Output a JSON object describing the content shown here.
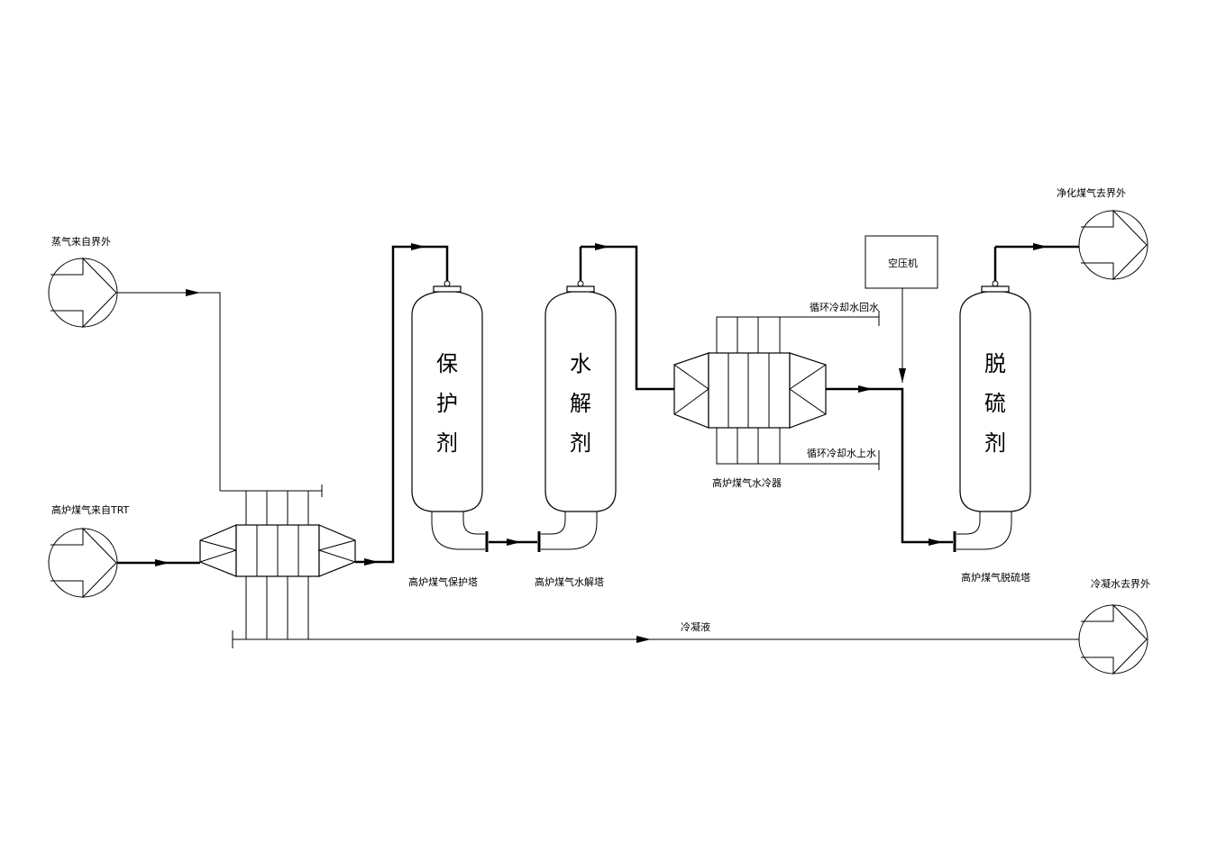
{
  "sources": {
    "steam": "蒸气来自界外",
    "bf_gas_trt": "高炉煤气来自TRT"
  },
  "outputs": {
    "clean_gas": "净化煤气去界外",
    "condensate_out": "冷凝水去界外"
  },
  "towers": {
    "protect": {
      "chars": [
        "保",
        "护",
        "剂"
      ],
      "caption": "高炉煤气保护塔"
    },
    "hydrolysis": {
      "chars": [
        "水",
        "解",
        "剂"
      ],
      "caption": "高炉煤气水解塔"
    },
    "desulfur": {
      "chars": [
        "脱",
        "硫",
        "剂"
      ],
      "caption": "高炉煤气脱硫塔"
    }
  },
  "cooler": {
    "caption": "高炉煤气水冷器",
    "return_water": "循环冷却水回水",
    "supply_water": "循环冷却水上水"
  },
  "compressor": "空压机",
  "condensate_line": "冷凝液"
}
